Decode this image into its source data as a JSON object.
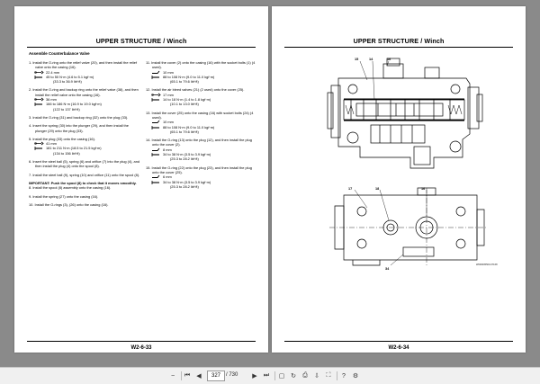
{
  "left_page": {
    "header_title": "UPPER STRUCTURE / Winch",
    "section_title": "Assemble Counterbalance Valve",
    "page_number": "W2-6-33",
    "col1": {
      "s1": "1. Install the O-ring onto the relief valve (20), and then install the relief valve onto the casing (16).",
      "s1_a": "22.4 mm",
      "s1_b": "45 to 50 N·m (4.6 to 5.1 kgf·m)",
      "s1_c": "(33.3 to 36.9 lbf·ft)",
      "s2": "2. Install the O-ring and backup ring onto the relief valve (38), and then install the relief valve onto the casing (16).",
      "s2_a": "36 mm",
      "s2_b": "166 to 186 N·m (16.9 to 19.0 kgf·m)",
      "s2_c": "(122 to 137 lbf·ft)",
      "s3": "3. Install the O-ring (31) and backup ring (32) onto the plug (33).",
      "s4": "4. Insert the spring (30) into the plunger (29), and then install the plunger (29) onto the plug (33).",
      "s5": "5. Install the plug (33) onto the casing (16).",
      "s5_a": "41 mm",
      "s5_b": "181 to 211 N·m (18.5 to 21.5 kgf·m)",
      "s5_c": "(134 to 156 lbf·ft)",
      "s6": "6. Insert the steel ball (5), spring (6) and orifice (7) into the plug (4), and then install the plug (4) onto the spool (8).",
      "s7": "7. Install the steel ball (9), spring (10) and orifice (11) onto the spool (8).",
      "important": "IMPORTANT:  Push the spool (8) to check that it moves smoothly.",
      "s8": "8. Install the spool (8) assembly onto the casing (16).",
      "s9": "9. Install the spring (27) onto the casing (16).",
      "s10": "10. Install the O-rings (3), (26) onto the casing (16)."
    },
    "col2": {
      "s11": "11. Install the cover (2) onto the casing (16) with the socket bolts (1) (4 used).",
      "s11_a": "10 mm",
      "s11_b": "88 to 108 N·m (9.0 to 11.0 kgf·m)",
      "s11_c": "(65.1 to 79.6 lbf·ft)",
      "s12": "12. Install the air bleed valves (21) (2 used) onto the cover (25).",
      "s12_a": "17 mm",
      "s12_b": "14 to 18 N·m (1.4 to 1.8 kgf·m)",
      "s12_c": "(10.1 to 13.0 lbf·ft)",
      "s13": "13. Install the cover (25) onto the casing (16) with socket bolts (24) (4 used).",
      "s13_a": "10 mm",
      "s13_b": "88 to 108 N·m (9.0 to 11.0 kgf·m)",
      "s13_c": "(65.1 to 79.6 lbf·ft)",
      "s14": "14. Install the O-ring (13) onto the plug (12), and then install the plug onto the cover (2).",
      "s14_a": "8 mm",
      "s14_b": "34 to 38 N·m (3.5 to 3.9 kgf·m)",
      "s14_c": "(25.3 to 28.2 lbf·ft)",
      "s15": "15. Install the O-ring (22) onto the plug (23), and then install the plug onto the cover (25).",
      "s15_a": "6 mm",
      "s15_b": "34 to 38 N·m (3.5 to 3.9 kgf·m)",
      "s15_c": "(25.3 to 28.2 lbf·ft)"
    }
  },
  "right_page": {
    "header_title": "UPPER STRUCTURE / Winch",
    "page_number": "W2-6-34",
    "top_callouts": [
      "15",
      "14",
      "16"
    ],
    "bottom_callouts": [
      "17",
      "18",
      "16",
      "34"
    ],
    "figure_code": "W000005500-07168"
  },
  "toolbar": {
    "current_page": "327",
    "total_pages": "/ 730",
    "icons": [
      "zoom-out-icon",
      "first-page-icon",
      "prev-page-icon",
      "next-page-icon",
      "last-page-icon",
      "fit-page-icon",
      "rotate-icon",
      "print-icon",
      "save-icon",
      "fullscreen-icon",
      "help-icon",
      "settings-icon"
    ]
  }
}
